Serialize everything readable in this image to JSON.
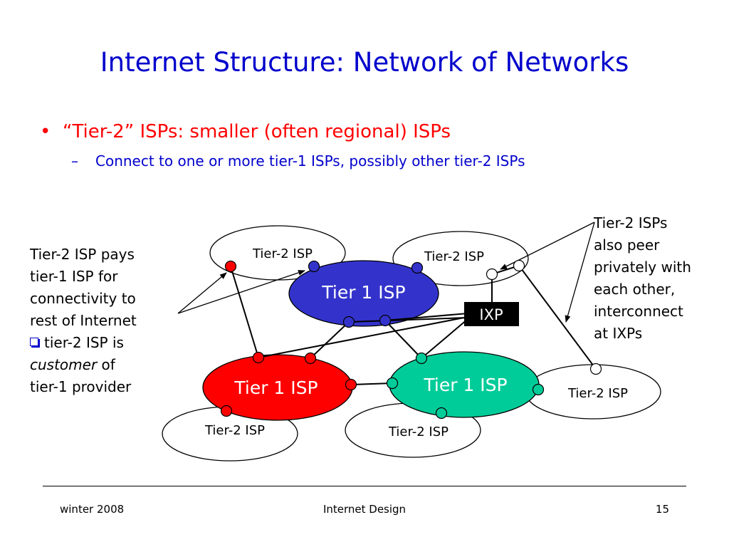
{
  "slide": {
    "title": "Internet Structure: Network of Networks",
    "bullet": "“Tier-2” ISPs: smaller (often regional) ISPs",
    "subbullet": "Connect to one or more tier-1 ISPs, possibly other tier-2 ISPs"
  },
  "notes": {
    "left_lines": [
      "Tier-2 ISP pays",
      "tier-1 ISP for",
      "connectivity to",
      "rest of Internet"
    ],
    "left_sub": {
      "line1": "tier-2 ISP is",
      "line2_italic": "customer",
      "line2_rest": " of",
      "line3": "tier-1 provider"
    },
    "right_lines": [
      "Tier-2 ISPs",
      "also peer",
      "privately with",
      "each other,",
      "interconnect",
      "at IXPs"
    ]
  },
  "diagram": {
    "tier1_label": "Tier 1 ISP",
    "tier2_label": "Tier-2 ISP",
    "ixp_label": "IXP",
    "colors": {
      "tier1_blue": "#3333cc",
      "tier1_red": "#ff0000",
      "tier1_green": "#00cc99",
      "title_blue": "#0000cc",
      "bullet_red": "#ff0000"
    }
  },
  "footer": {
    "left": "winter 2008",
    "center": "Internet Design",
    "page": "15"
  }
}
